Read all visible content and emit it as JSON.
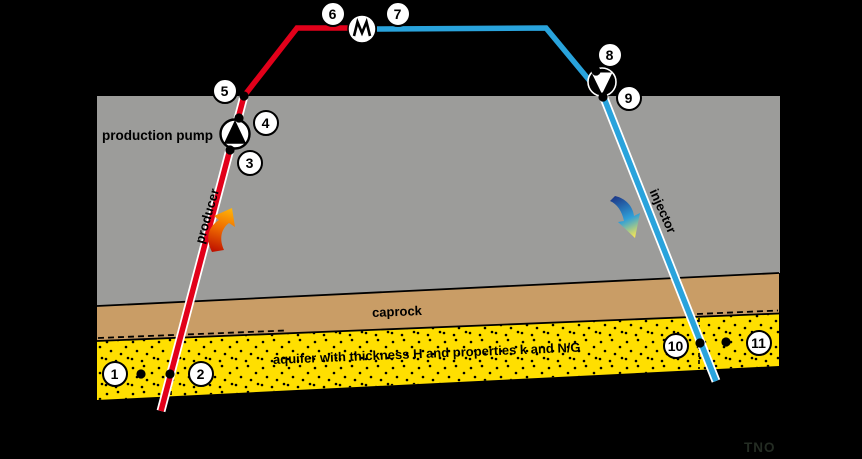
{
  "figure_type": "geothermal-doublet-schematic",
  "labels": {
    "production_pump": "production pump",
    "producer": "producer",
    "injector": "injector",
    "caprock": "caprock",
    "aquifer": "aquifer with thickness H and properties k and N/G",
    "brand": "TNO"
  },
  "points": [
    {
      "label": "1"
    },
    {
      "label": "2"
    },
    {
      "label": "3"
    },
    {
      "label": "4"
    },
    {
      "label": "5"
    },
    {
      "label": "6"
    },
    {
      "label": "7"
    },
    {
      "label": "8"
    },
    {
      "label": "9"
    },
    {
      "label": "10"
    },
    {
      "label": "11"
    }
  ],
  "colors": {
    "background": "#000000",
    "overburden": "#9c9c9a",
    "caprock": "#c99d66",
    "aquifer": "#ffdf00",
    "producer_pipe": "#e2001a",
    "injector_pipe": "#29a3dc",
    "casing": "#ffffff"
  }
}
